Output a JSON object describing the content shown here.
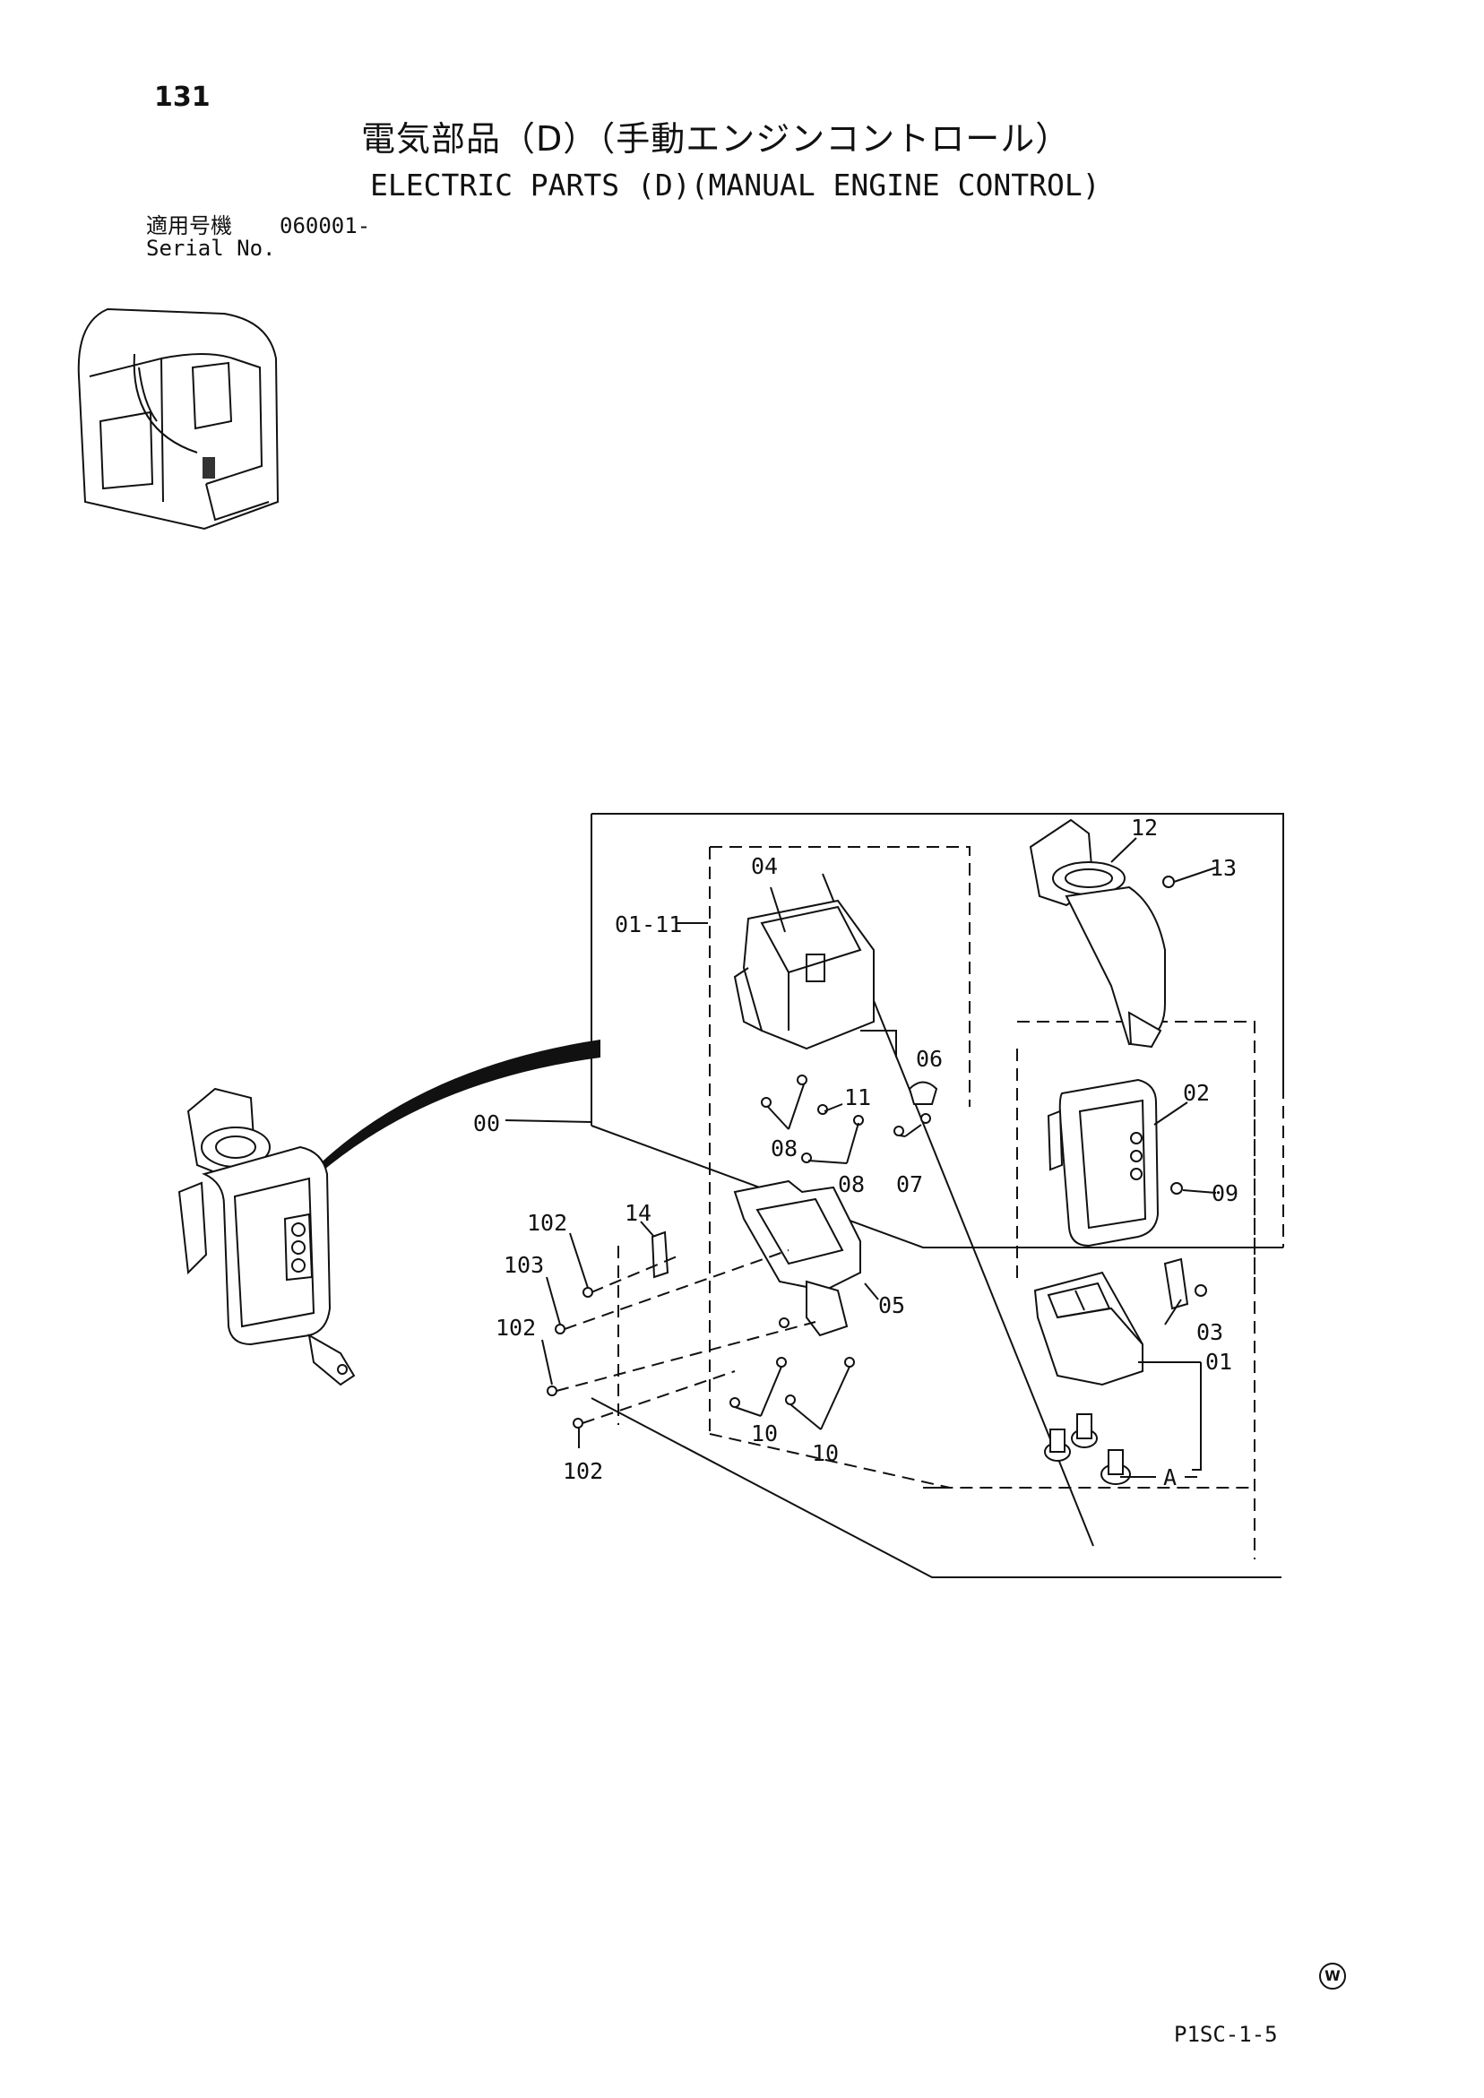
{
  "page_number": "131",
  "title_jp": "電気部品（D）（手動エンジンコントロール）",
  "title_en": "ELECTRIC PARTS (D)(MANUAL ENGINE CONTROL)",
  "serial": {
    "label_jp": "適用号機",
    "value": "060001-",
    "label_en": "Serial No."
  },
  "callouts": {
    "c00": "00",
    "c01_11": "01-11",
    "c01": "01",
    "c02": "02",
    "c03": "03",
    "c04": "04",
    "c05": "05",
    "c06": "06",
    "c07": "07",
    "c08a": "08",
    "c08b": "08",
    "c09": "09",
    "c10a": "10",
    "c10b": "10",
    "c11": "11",
    "c12": "12",
    "c13": "13",
    "c14": "14",
    "c102a": "102",
    "c102b": "102",
    "c102c": "102",
    "c103": "103",
    "cA": "A"
  },
  "doc_code": "P1SC-1-5",
  "w_mark": "W"
}
